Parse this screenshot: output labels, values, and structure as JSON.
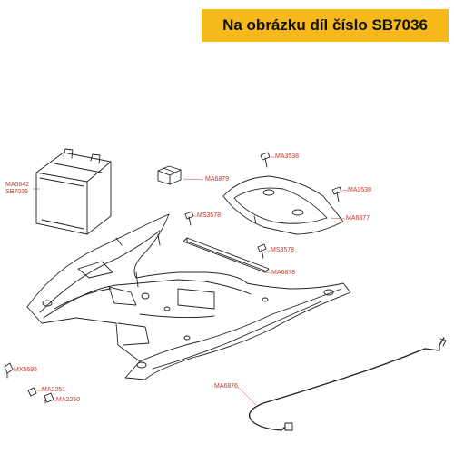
{
  "banner": {
    "text": "Na obrázku díl číslo SB7036"
  },
  "parts": {
    "ma5642": "MA5642",
    "sb7036": "SB7036",
    "ma6879": "MA6879",
    "ma3538_a": "MA3538",
    "ma3538_b": "MA3538",
    "ms3578_a": "MS3578",
    "ma6877": "MA6877",
    "ms3578_b": "MS3578",
    "ma6878": "MA6878",
    "mx5695": "MX5695",
    "ma2251": "MA2251",
    "ma2250": "MA2250",
    "ma6876": "MA6876"
  },
  "colors": {
    "banner_bg": "#f6b91c",
    "label_red": "#c0392b",
    "line": "#222222"
  }
}
